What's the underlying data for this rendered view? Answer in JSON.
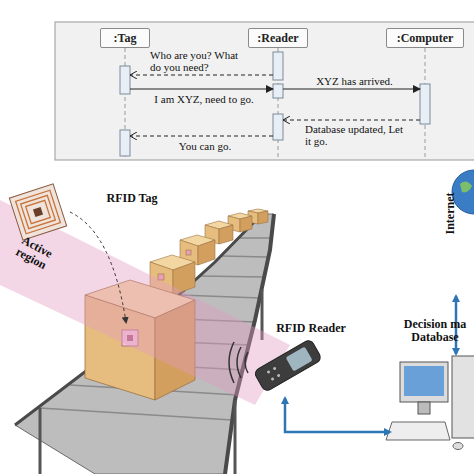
{
  "diagram": {
    "nodes": [
      {
        "text": [
          ":Tag"
        ]
      },
      {
        "text": [
          ":Reader"
        ]
      },
      {
        "text": [
          ":Computer"
        ]
      }
    ],
    "edges": [
      {
        "from": 1,
        "to": 0,
        "label": "Who are you? What do you need?",
        "arrow": "to"
      },
      {
        "from": 0,
        "to": 1,
        "label": "I am XYZ, need to go.",
        "arrow": "to"
      },
      {
        "from": 1,
        "to": 2,
        "label": "XYZ has arrived.",
        "arrow": "to"
      },
      {
        "from": 2,
        "to": 1,
        "label": "Database updated, Let it go.",
        "arrow": "to"
      },
      {
        "from": 1,
        "to": 0,
        "label": "You can go.",
        "arrow": "to"
      }
    ],
    "labels": [
      "RFID Tag",
      "Active region",
      "RFID Reader",
      "Decision ma Database",
      "Internet"
    ]
  }
}
